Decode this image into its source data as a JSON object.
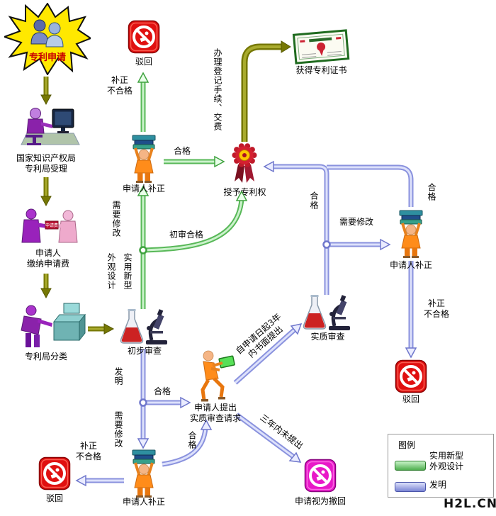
{
  "watermark": "H2L.CN",
  "nodes": {
    "apply": {
      "label": "专利申请"
    },
    "accept": {
      "line1": "国家知识产权局",
      "line2": "专利局受理"
    },
    "pay": {
      "line1": "申请人",
      "line2": "缴纳申请费",
      "fee_tag": "申请费"
    },
    "classify": {
      "label": "专利局分类"
    },
    "prelim": {
      "label": "初步审查"
    },
    "fix_top": {
      "label": "申请人补正"
    },
    "reject_top": {
      "label": "驳回"
    },
    "grant": {
      "label": "授予专利权"
    },
    "certificate": {
      "label": "获得专利证书"
    },
    "substantive": {
      "label": "实质审查"
    },
    "request": {
      "line1": "申请人提出",
      "line2": "实质审查请求"
    },
    "fix_right": {
      "label": "申请人补正"
    },
    "reject_right": {
      "label": "驳回"
    },
    "fix_bottom": {
      "label": "申请人补正"
    },
    "reject_bottom": {
      "label": "驳回"
    },
    "withdrawn": {
      "label": "申请视为撤回"
    }
  },
  "edges": {
    "fix_fail_top_1": "补正",
    "fix_fail_top_2": "不合格",
    "pass_top": "合格",
    "need_fix_top": "需要修改",
    "design_vertical": "外观设计",
    "utility_vertical": "实用新型",
    "prelim_pass": "初审合格",
    "register_pay": "办理登记手续、交费",
    "pass_substantive": "合格",
    "need_fix_right": "需要修改",
    "pass_right": "合格",
    "fix_fail_right_1": "补正",
    "fix_fail_right_2": "不合格",
    "invention_vertical": "发明",
    "pass_bottom": "合格",
    "need_fix_bottom": "需要修改",
    "pass_request": "合格",
    "within_3y_line1": "自申请日起3年",
    "within_3y_line2": "内书面提出",
    "not_within_3y": "三年内未提出",
    "fix_fail_bottom_1": "补正",
    "fix_fail_bottom_2": "不合格"
  },
  "legend": {
    "title": "图例",
    "green_1": "实用新型",
    "green_2": "外观设计",
    "blue": "发明"
  },
  "icons": {
    "apply_burst": "starburst-people",
    "accept_desk": "person-at-computer",
    "pay_fee": "two-people-handing-fee",
    "classify_boxes": "person-sorting-boxes",
    "examination": "flask-and-microscope",
    "grant_medal": "award-rosette",
    "certificate_doc": "patent-certificate",
    "reject_sign": "red-prohibition-sign",
    "withdrawn_sign": "magenta-prohibition-sign",
    "fix_person": "person-carrying-documents",
    "request_person": "person-submitting-request"
  },
  "colors": {
    "olive_path": "#767804",
    "green_path": "#58b858",
    "blue_path": "#8a92de",
    "reject_red": "#e01010",
    "withdrawn_magenta": "#e818c8",
    "burst_yellow": "#ffe800",
    "apply_text_red": "#c90000"
  }
}
